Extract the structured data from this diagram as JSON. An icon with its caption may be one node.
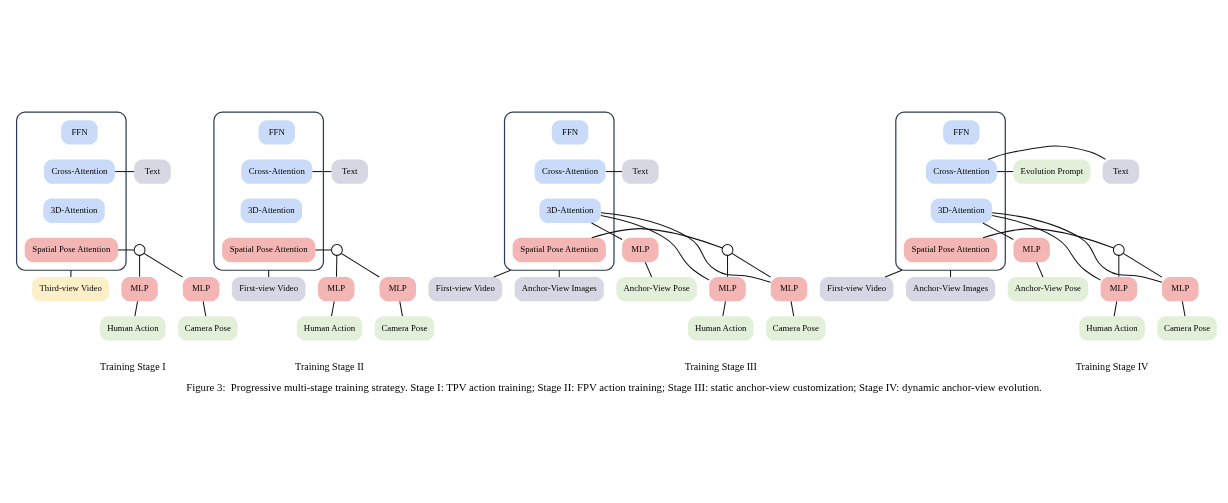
{
  "diagram": {
    "caption": "Figure 3:  Progressive multi-stage training strategy. Stage I: TPV action training; Stage II: FPV action training; Stage III: static anchor-view customization; Stage IV: dynamic anchor-view evolution.",
    "nodes": [
      {
        "text": [],
        "shape": "box"
      },
      {
        "text": [
          "FFN"
        ],
        "in": 0
      },
      {
        "text": [
          "Cross-Attention"
        ],
        "in": 0
      },
      {
        "text": [
          "3D-Attention"
        ],
        "in": 0
      },
      {
        "text": [
          "Spatial Pose Attention"
        ],
        "in": 0
      },
      {
        "text": [
          "Text"
        ]
      },
      {
        "text": [],
        "shape": "circle"
      },
      {
        "text": [
          "MLP"
        ]
      },
      {
        "text": [
          "MLP"
        ]
      },
      {
        "text": [
          "Third-view Video"
        ]
      },
      {
        "text": [
          "Human Action"
        ]
      },
      {
        "text": [
          "Camera Pose"
        ]
      },
      {
        "text": [],
        "shape": "box"
      },
      {
        "text": [
          "FFN"
        ],
        "in": 12
      },
      {
        "text": [
          "Cross-Attention"
        ],
        "in": 12
      },
      {
        "text": [
          "3D-Attention"
        ],
        "in": 12
      },
      {
        "text": [
          "Spatial Pose Attention"
        ],
        "in": 12
      },
      {
        "text": [
          "Text"
        ]
      },
      {
        "text": [],
        "shape": "circle"
      },
      {
        "text": [
          "MLP"
        ]
      },
      {
        "text": [
          "MLP"
        ]
      },
      {
        "text": [
          "First-view Video"
        ]
      },
      {
        "text": [
          "Human Action"
        ]
      },
      {
        "text": [
          "Camera Pose"
        ]
      },
      {
        "text": [],
        "shape": "box"
      },
      {
        "text": [
          "FFN"
        ],
        "in": 24
      },
      {
        "text": [
          "Cross-Attention"
        ],
        "in": 24
      },
      {
        "text": [
          "3D-Attention"
        ],
        "in": 24
      },
      {
        "text": [
          "Spatial Pose Attention"
        ],
        "in": 24
      },
      {
        "text": [
          "Text"
        ]
      },
      {
        "text": [
          "MLP"
        ]
      },
      {
        "text": [
          "Anchor-View Pose"
        ]
      },
      {
        "text": [],
        "shape": "circle"
      },
      {
        "text": [
          "First-view Video"
        ]
      },
      {
        "text": [
          "Anchor-View Images"
        ]
      },
      {
        "text": [
          "MLP"
        ]
      },
      {
        "text": [
          "MLP"
        ]
      },
      {
        "text": [
          "Human Action"
        ]
      },
      {
        "text": [
          "Camera Pose"
        ]
      },
      {
        "text": [],
        "shape": "box"
      },
      {
        "text": [
          "FFN"
        ],
        "in": 39
      },
      {
        "text": [
          "Cross-Attention"
        ],
        "in": 39
      },
      {
        "text": [
          "3D-Attention"
        ],
        "in": 39
      },
      {
        "text": [
          "Spatial Pose Attention"
        ],
        "in": 39
      },
      {
        "text": [
          "Evolution Prompt"
        ]
      },
      {
        "text": [
          "Text"
        ]
      },
      {
        "text": [
          "MLP"
        ]
      },
      {
        "text": [
          "Anchor-View Pose"
        ]
      },
      {
        "text": [],
        "shape": "circle"
      },
      {
        "text": [
          "First-view Video"
        ]
      },
      {
        "text": [
          "Anchor-View Images"
        ]
      },
      {
        "text": [
          "MLP"
        ]
      },
      {
        "text": [
          "MLP"
        ]
      },
      {
        "text": [
          "Human Action"
        ]
      },
      {
        "text": [
          "Camera Pose"
        ]
      }
    ],
    "edges": [
      {
        "from": 2,
        "to": 5,
        "arrow": "none"
      },
      {
        "from": 4,
        "to": 6,
        "arrow": "none"
      },
      {
        "from": 6,
        "to": 7,
        "arrow": "none"
      },
      {
        "from": 6,
        "to": 8,
        "arrow": "none"
      },
      {
        "from": 0,
        "to": 9,
        "arrow": "none"
      },
      {
        "from": 7,
        "to": 10,
        "arrow": "none"
      },
      {
        "from": 8,
        "to": 11,
        "arrow": "none"
      },
      {
        "from": 14,
        "to": 17,
        "arrow": "none"
      },
      {
        "from": 16,
        "to": 18,
        "arrow": "none"
      },
      {
        "from": 18,
        "to": 19,
        "arrow": "none"
      },
      {
        "from": 18,
        "to": 20,
        "arrow": "none"
      },
      {
        "from": 12,
        "to": 21,
        "arrow": "none"
      },
      {
        "from": 19,
        "to": 22,
        "arrow": "none"
      },
      {
        "from": 20,
        "to": 23,
        "arrow": "none"
      },
      {
        "from": 26,
        "to": 29,
        "arrow": "none"
      },
      {
        "from": 27,
        "to": 30,
        "arrow": "none"
      },
      {
        "from": 30,
        "to": 31,
        "arrow": "none"
      },
      {
        "from": 28,
        "to": 32,
        "arrow": "none"
      },
      {
        "from": 32,
        "to": 35,
        "arrow": "none"
      },
      {
        "from": 32,
        "to": 36,
        "arrow": "none"
      },
      {
        "from": 27,
        "to": 35,
        "arrow": "none"
      },
      {
        "from": 27,
        "to": 36,
        "arrow": "none"
      },
      {
        "from": 24,
        "to": 33,
        "arrow": "none"
      },
      {
        "from": 24,
        "to": 34,
        "arrow": "none"
      },
      {
        "from": 35,
        "to": 37,
        "arrow": "none"
      },
      {
        "from": 36,
        "to": 38,
        "arrow": "none"
      },
      {
        "from": 41,
        "to": 44,
        "arrow": "none"
      },
      {
        "from": 41,
        "to": 45,
        "arrow": "none"
      },
      {
        "from": 42,
        "to": 46,
        "arrow": "none"
      },
      {
        "from": 46,
        "to": 47,
        "arrow": "none"
      },
      {
        "from": 43,
        "to": 48,
        "arrow": "none"
      },
      {
        "from": 48,
        "to": 51,
        "arrow": "none"
      },
      {
        "from": 48,
        "to": 52,
        "arrow": "none"
      },
      {
        "from": 42,
        "to": 51,
        "arrow": "none"
      },
      {
        "from": 42,
        "to": 52,
        "arrow": "none"
      },
      {
        "from": 39,
        "to": 49,
        "arrow": "none"
      },
      {
        "from": 39,
        "to": 50,
        "arrow": "none"
      },
      {
        "from": 51,
        "to": 53,
        "arrow": "none"
      },
      {
        "from": 52,
        "to": 54,
        "arrow": "none"
      }
    ],
    "labels": [
      "Training Stage I",
      "Training Stage II",
      "Training Stage III",
      "Training Stage IV"
    ]
  }
}
